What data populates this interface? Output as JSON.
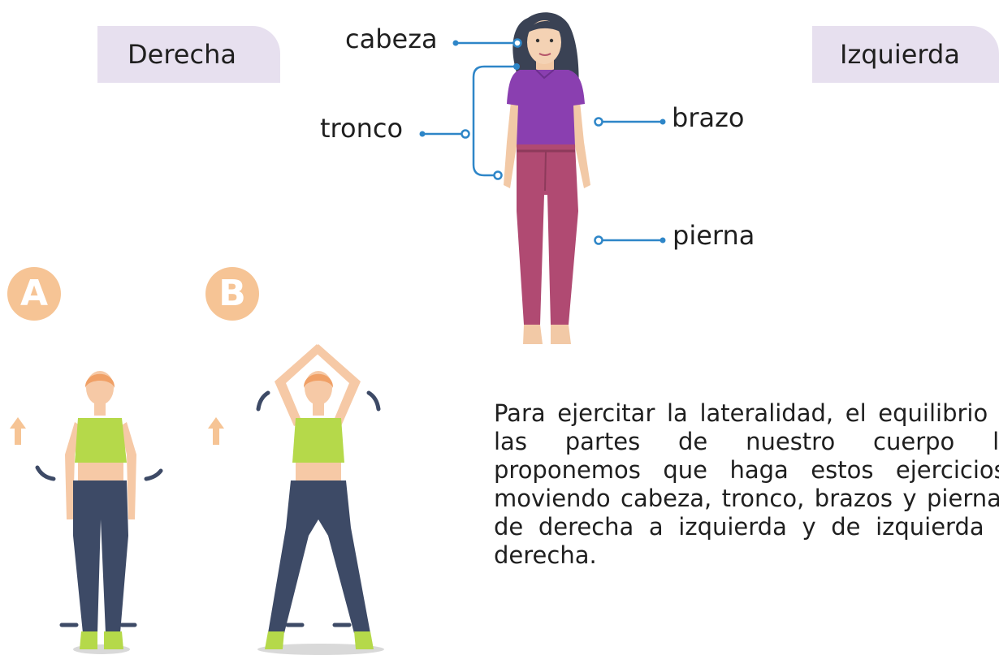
{
  "tags": {
    "right": "Derecha",
    "left": "Izquierda"
  },
  "body_parts": {
    "head": "cabeza",
    "trunk": "tronco",
    "arm": "brazo",
    "leg": "pierna"
  },
  "exercises": {
    "a": "A",
    "b": "B"
  },
  "paragraph": "Para ejercitar la lateralidad, el equilibrio y las partes de nuestro cuerpo le proponemos que haga estos ejercicios, moviendo cabeza, tronco, brazos y piernas de derecha a izquierda y de izquierda a derecha.",
  "colors": {
    "tag_bg": "#e7e0ef",
    "callout_line": "#2e86c8",
    "badge": "#f6c495",
    "shirt": "#8a3fb0",
    "jeans": "#b04a72",
    "top": "#b5d94a",
    "leggings": "#3d4a66"
  }
}
